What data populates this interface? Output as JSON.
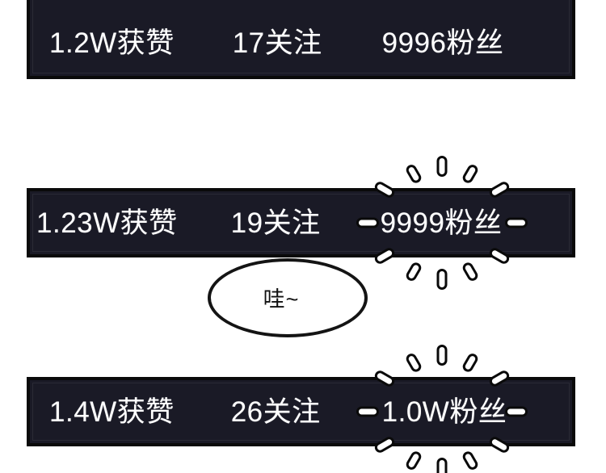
{
  "scene": {
    "background_color": "#ffffff",
    "panel_fill": "#1a1a26",
    "panel_border": "#0a0a0a",
    "text_color": "#ffffff",
    "sparkle_fill": "#ffffff",
    "sparkle_outline": "#0a0a0a"
  },
  "panels": [
    {
      "id": "panel-1",
      "likes": "1.2W获赞",
      "following": "17关注",
      "fans": "9996粉丝",
      "has_sparkle": false
    },
    {
      "id": "panel-2",
      "likes": "1.23W获赞",
      "following": "19关注",
      "fans": "9999粉丝",
      "has_sparkle": true
    },
    {
      "id": "panel-3",
      "likes": "1.4W获赞",
      "following": "26关注",
      "fans": "1.0W粉丝",
      "has_sparkle": true
    }
  ],
  "speech_bubble": {
    "text": "哇~"
  }
}
